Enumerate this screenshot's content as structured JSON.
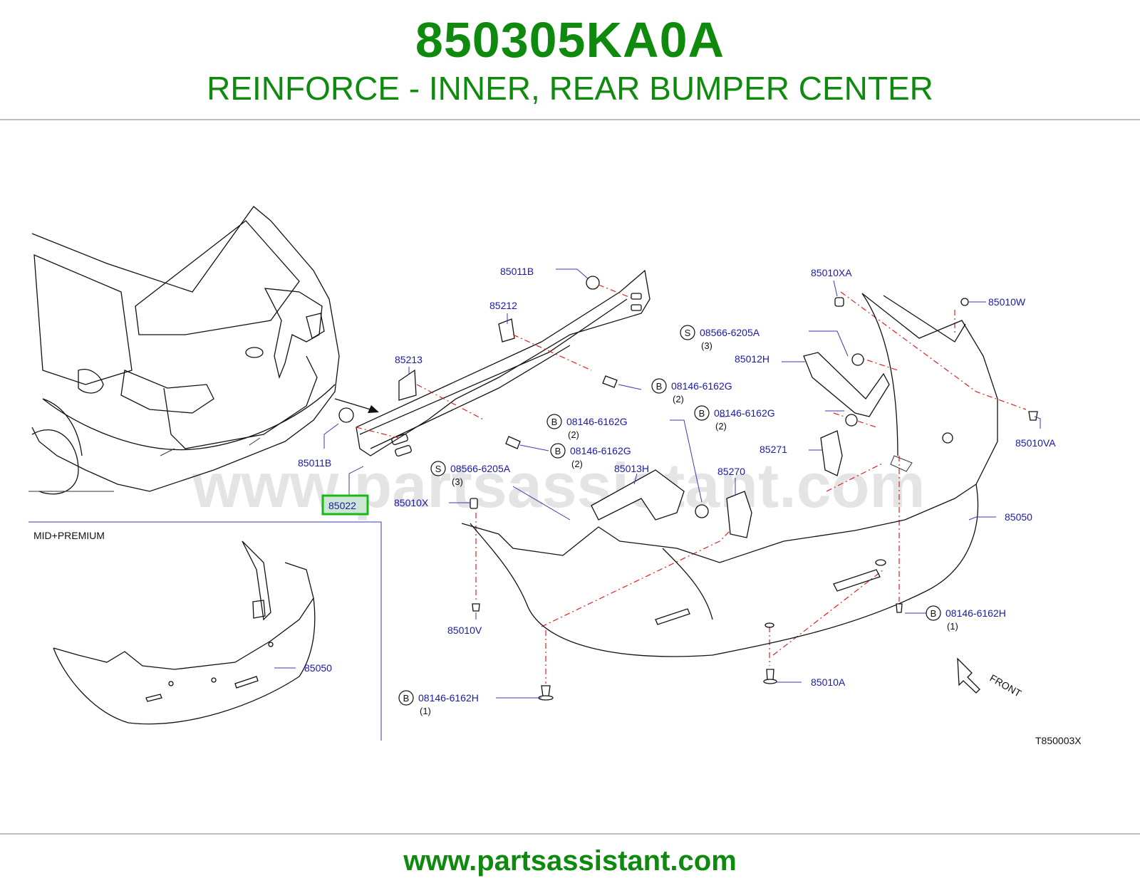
{
  "header": {
    "part_number": "850305KA0A",
    "part_name": "REINFORCE - INNER, REAR BUMPER CENTER"
  },
  "diagram": {
    "watermark": "www.partsassistant.com",
    "inset_label": "MID+PREMIUM",
    "code": "T850003X",
    "front_label": "FRONT",
    "highlighted": "85022",
    "labels": {
      "p85011B_top": "85011B",
      "p85212": "85212",
      "p85213": "85213",
      "p85011B_left": "85011B",
      "p85022": "85022",
      "p85010X": "85010X",
      "p85010V": "85010V",
      "p85013H": "85013H",
      "p85270": "85270",
      "p85271": "85271",
      "p85012H": "85012H",
      "p85010XA": "85010XA",
      "p85010W": "85010W",
      "p85010VA": "85010VA",
      "p85050_main": "85050",
      "p85050_inset": "85050",
      "p85010A": "85010A",
      "b1": "08146-6162G",
      "b1_qty": "(2)",
      "b2": "08146-6162G",
      "b2_qty": "(2)",
      "b3": "08146-6162G",
      "b3_qty": "(2)",
      "b4": "08146-6162G",
      "b4_qty": "(2)",
      "s1": "08566-6205A",
      "s1_qty": "(3)",
      "s2": "08566-6205A",
      "s2_qty": "(3)",
      "bh1": "08146-6162H",
      "bh1_qty": "(1)",
      "bh2": "08146-6162H",
      "bh2_qty": "(1)"
    },
    "symbols": {
      "bolt": "B",
      "screw": "S"
    }
  },
  "footer": {
    "url": "www.partsassistant.com"
  }
}
